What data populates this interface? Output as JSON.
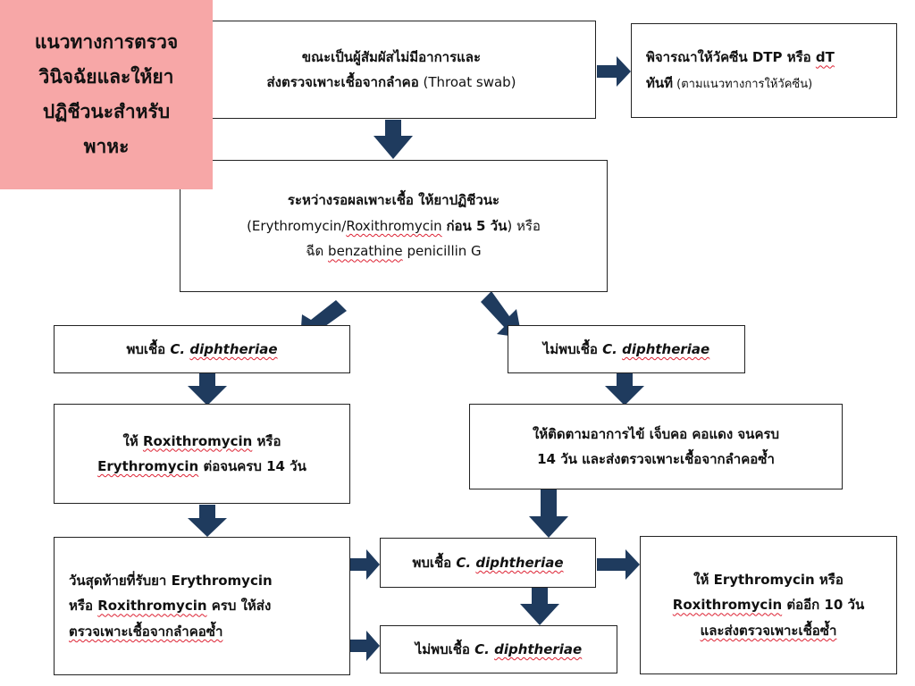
{
  "title": {
    "lines": [
      "แนวทางการตรวจ",
      "วินิจฉัยและให้ยา",
      "ปฏิชีวนะสำหรับ",
      "พาหะ"
    ]
  },
  "boxes": {
    "contact": {
      "line1": "ขณะเป็นผู้สัมผัสไม่มีอาการและ",
      "line2_bold": "ส่งตรวจเพาะเชื้อจากลำคอ",
      "line2_normal": " (Throat swab)"
    },
    "vaccine": {
      "line1_bold": "พิจารณาให้วัคซีน DTP หรือ ",
      "line1_u": "dT",
      "line2_bold": "ทันที",
      "line2_small": " (ตามแนวทางการให้วัคซีน)"
    },
    "waiting": {
      "line1": "ระหว่างรอผลเพาะเชื้อ ให้ยาปฏิชีวนะ",
      "line2_a": "(Erythromycin/",
      "line2_u": "Roxithromycin",
      "line2_b": " ",
      "line2_bold": "ก่อน 5 วัน",
      "line2_c": ") หรือ",
      "line3_a": "ฉีด ",
      "line3_u": "benzathine",
      "line3_b": " penicillin G"
    },
    "found1": {
      "prefix": "พบเชื้อ ",
      "organism_a": "C. ",
      "organism_u": "diphtheriae"
    },
    "notfound1": {
      "prefix": "ไม่พบเชื้อ ",
      "organism_a": "C. ",
      "organism_u": "diphtheriae"
    },
    "treat14": {
      "line1_a": "ให้ ",
      "line1_u": "Roxithromycin",
      "line1_b": " หรือ",
      "line2_u": "Erythromycin",
      "line2_b": " ต่อจนครบ 14 วัน"
    },
    "monitor": {
      "line1": "ให้ติดตามอาการไข้ เจ็บคอ คอแดง จนครบ",
      "line2": "14 วัน และส่งตรวจเพาะเชื้อจากลำคอซ้ำ"
    },
    "lastday": {
      "line1": "วันสุดท้ายที่รับยา Erythromycin",
      "line2_a": "หรือ ",
      "line2_u": "Roxithromycin",
      "line2_b": " ครบ ให้ส่ง",
      "line3": "ตรวจเพาะเชื้อจากลำคอซ้ำ"
    },
    "found2": {
      "prefix": "พบเชื้อ ",
      "organism_a": "C. ",
      "organism_u": "diphtheriae"
    },
    "notfound2": {
      "prefix": "ไม่พบเชื้อ ",
      "organism_a": "C. ",
      "organism_u": "diphtheriae"
    },
    "treat10": {
      "line1": "ให้ Erythromycin หรือ",
      "line2_u": "Roxithromycin",
      "line2_b": " ต่ออีก 10 วัน",
      "line3": "และส่งตรวจเพาะเชื้อซ้ำ"
    }
  },
  "colors": {
    "arrow": "#1f3b5e",
    "title_bg": "#f7a7a7",
    "border": "#222222"
  }
}
